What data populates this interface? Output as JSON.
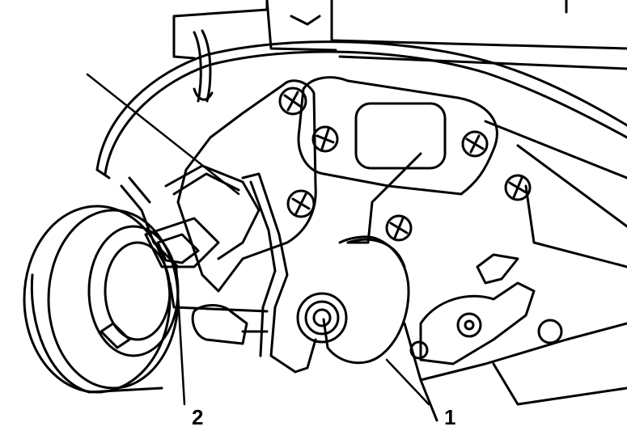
{
  "callouts": [
    {
      "id": "1",
      "text": "1"
    },
    {
      "id": "2",
      "text": "2"
    }
  ],
  "colors": {
    "ink": "#000000",
    "paper": "#ffffff"
  }
}
